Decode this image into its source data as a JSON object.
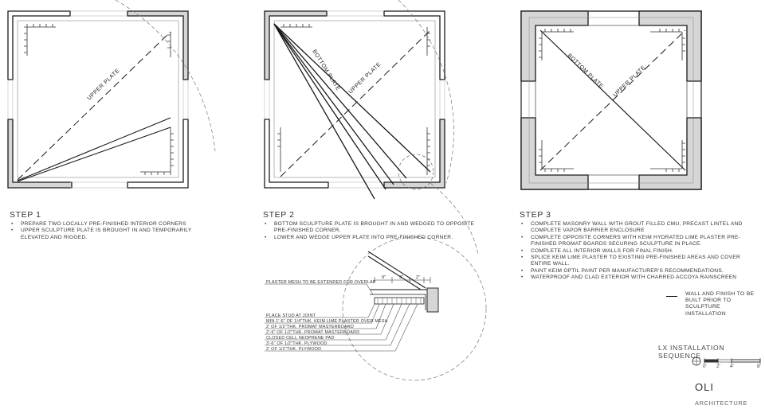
{
  "steps": [
    {
      "title": "STEP 1",
      "notes": [
        "PREPARE TWO LOCALLY PRE-FINISHED INTERIOR CORNERS",
        "UPPER SCULPTURE PLATE IS BROUGHT IN AND TEMPORARILY ELEVATED AND RIGGED."
      ],
      "plan_labels": {
        "upper": "UPPER PLATE"
      }
    },
    {
      "title": "STEP 2",
      "notes": [
        "BOTTOM SCULPTURE PLATE IS BROUGHT IN AND WEDGED TO OPPOSITE PRE-FINISHED CORNER.",
        "LOWER AND WEDGE UPPER PLATE INTO PRE-FINISHED CORNER."
      ],
      "plan_labels": {
        "bottom": "BOTTOM PLATE",
        "upper": "UPPER PLATE"
      }
    },
    {
      "title": "STEP 3",
      "notes": [
        "COMPLETE MASONRY WALL WITH GROUT FILLED CMU, PRECAST LINTEL AND COMPLETE VAPOR BARRIER ENCLOSURE",
        "COMPLETE OPPOSITE CORNERS WITH KEIM HYDRATED LIME PLASTER PRE-FINISHED PROMAT BOARDS SECURING SCULPTURE IN PLACE.",
        "COMPLETE ALL INTERIOR WALLS FOR FINAL FINISH.",
        "SPLICE KEIM LIME PLASTER TO EXISTING PRE-FINISHED AREAS AND COVER ENTIRE WALL.",
        "PAINT KEIM OPTIL PAINT PER MANUFACTURER'S RECOMMENDATIONS.",
        "WATERPROOF AND CLAD EXTERIOR WITH CHARRED ACCOYA RAINSCREEN"
      ],
      "plan_labels": {
        "bottom": "BOTTOM PLATE",
        "upper": "UPPER PLATE"
      }
    }
  ],
  "detail": {
    "top_note": "PLASTER MESH TO BE EXTENDED FOR OVERLAP",
    "dimensions": [
      "9\"",
      "9\"",
      "2\""
    ],
    "layers": [
      "PLACE STUD AT JOINT",
      "MIN 1'-6\" OF 1/4\"THK. KEIM LIME PLASTER OVER MESH",
      "2' OF 1/2\"THK. PROMAT MASTERBOARD",
      "2'-9\" OF 1/2\"THK. PROMAT MASTERBOARD",
      "CLOSED CELL NEOPRENE PAD",
      "3'-6\" OF 1/2\"THK. PLYWOOD",
      "2' OF 1/2\"THK. PLYWOOD"
    ]
  },
  "legend": {
    "text": "WALL AND FINISH TO BE BUILT PRIOR TO SCULPTURE INSTALLATION"
  },
  "sheet": {
    "title": "LX INSTALLATION SEQUENCE",
    "scale_ticks": [
      "0'",
      "2'",
      "4'",
      "8'"
    ],
    "firm_name": "OLI",
    "firm_suffix": "ARCHITECTURE"
  },
  "colors": {
    "wall_fill": "#d6d6d6",
    "line": "#1a1a1a",
    "hatch": "#555555"
  }
}
